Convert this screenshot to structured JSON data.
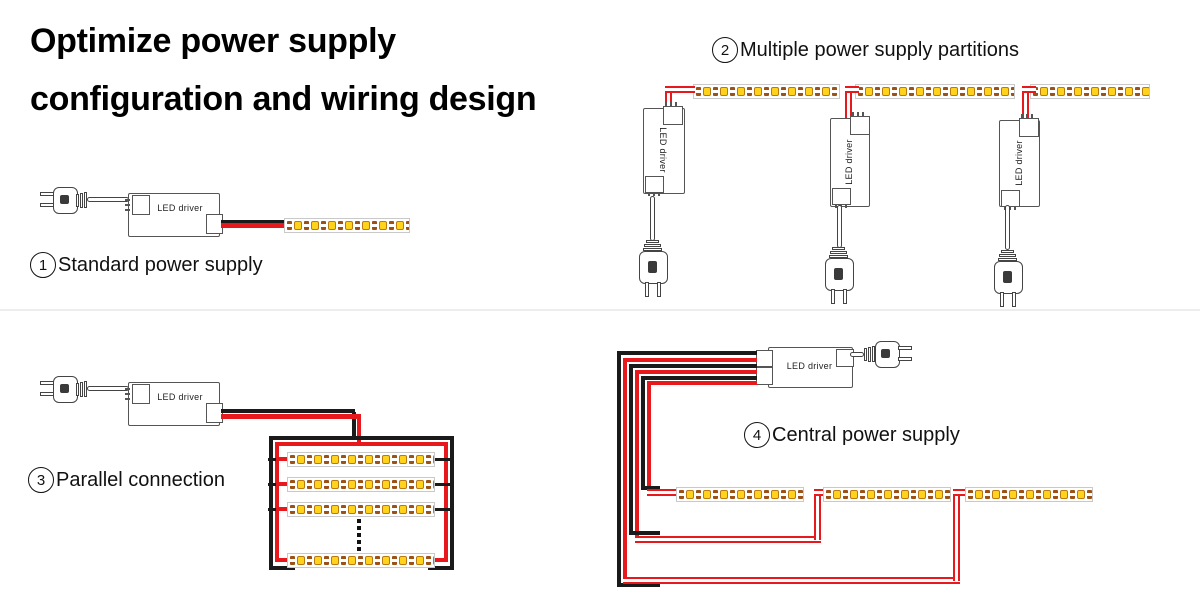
{
  "title": {
    "line1": "Optimize power supply",
    "line2": "configuration and wiring design"
  },
  "device": {
    "led_driver_label": "LED driver"
  },
  "sections": [
    {
      "number": "1",
      "label": "Standard power supply"
    },
    {
      "number": "2",
      "label": "Multiple power supply partitions"
    },
    {
      "number": "3",
      "label": "Parallel connection"
    },
    {
      "number": "4",
      "label": "Central power supply"
    }
  ],
  "colors": {
    "wire_red": "#e8191c",
    "wire_black": "#1a1a1a",
    "led_chip": "#ffd21c",
    "led_pad": "#9c5117",
    "outline": "#555555"
  }
}
